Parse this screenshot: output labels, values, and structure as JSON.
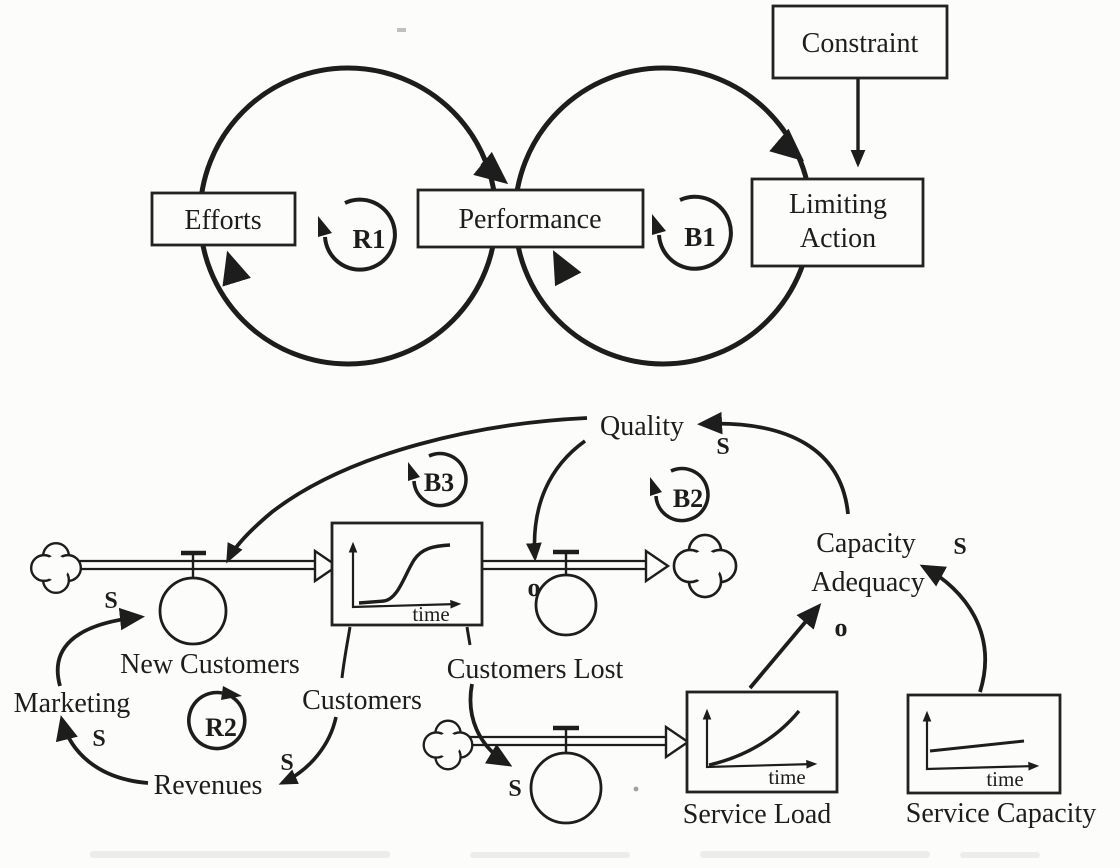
{
  "figure": {
    "background": "#fcfcfa",
    "ink": "#1d1d1d",
    "type": "causal-loop and stock-flow diagram (Limits to Growth archetype)"
  },
  "top_diagram": {
    "efforts_label": "Efforts",
    "performance_label": "Performance",
    "constraint_label": "Constraint",
    "limiting_action_line1": "Limiting",
    "limiting_action_line2": "Action",
    "loop_r1_label": "R1",
    "loop_b1_label": "B1"
  },
  "bottom_diagram": {
    "quality_label": "Quality",
    "new_customers_label": "New Customers",
    "customers_label": "Customers",
    "customers_lost_label": "Customers Lost",
    "marketing_label": "Marketing",
    "revenues_label": "Revenues",
    "capacity_adequacy_line1": "Capacity",
    "capacity_adequacy_line2": "Adequacy",
    "service_load_label": "Service Load",
    "service_capacity_label": "Service Capacity",
    "loop_r2_label": "R2",
    "loop_b3_label": "B3",
    "loop_b2_label": "B2",
    "axis_label": "time",
    "polarity": {
      "s": "S",
      "o": "o"
    },
    "links": [
      {
        "from": "Capacity Adequacy",
        "to": "Quality",
        "polarity": "S"
      },
      {
        "from": "Quality",
        "to": "New Customers inflow",
        "polarity": ""
      },
      {
        "from": "Quality",
        "to": "Customers Lost outflow",
        "polarity": "o"
      },
      {
        "from": "Marketing",
        "to": "New Customers inflow",
        "polarity": "S"
      },
      {
        "from": "Revenues",
        "to": "Marketing",
        "polarity": "S"
      },
      {
        "from": "Customers",
        "to": "Revenues",
        "polarity": "S"
      },
      {
        "from": "Customers",
        "to": "Service Load inflow",
        "polarity": "S"
      },
      {
        "from": "Service Load",
        "to": "Capacity Adequacy",
        "polarity": "o"
      },
      {
        "from": "Service Capacity",
        "to": "Capacity Adequacy",
        "polarity": "S"
      },
      {
        "from": "Constraint",
        "to": "Limiting Action",
        "polarity": ""
      }
    ]
  }
}
